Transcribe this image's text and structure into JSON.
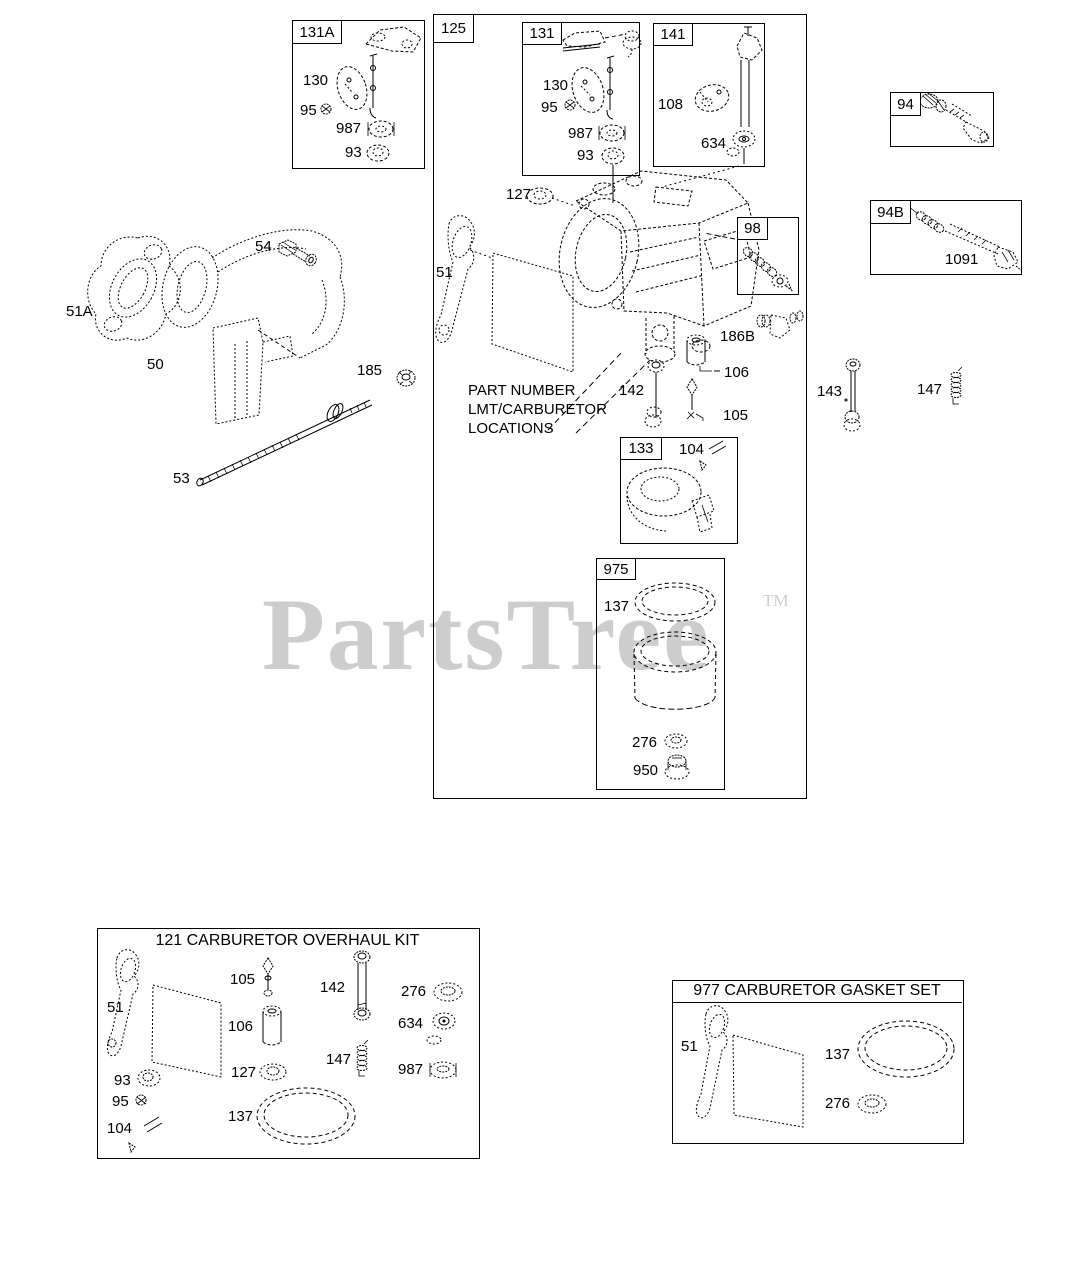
{
  "watermark": {
    "text": "PartsTree",
    "tm": "TM",
    "color": "#cdcdcd"
  },
  "note": {
    "line1": "PART NUMBER",
    "line2": "LMT/CARBURETOR",
    "line3": "LOCATIONS"
  },
  "boxes": {
    "b131A": {
      "tag": "131A"
    },
    "b125": {
      "tag": "125"
    },
    "b131": {
      "tag": "131"
    },
    "b141": {
      "tag": "141"
    },
    "b94": {
      "tag": "94"
    },
    "b94B": {
      "tag": "94B"
    },
    "b98": {
      "tag": "98"
    },
    "b133": {
      "tag": "133"
    },
    "b975": {
      "tag": "975"
    },
    "kit121": {
      "title": "121 CARBURETOR OVERHAUL KIT"
    },
    "set977": {
      "title": "977 CARBURETOR GASKET SET"
    }
  },
  "labels": {
    "g131A": {
      "p130": "130",
      "p95": "95",
      "p987": "987",
      "p93": "93"
    },
    "g131": {
      "p130": "130",
      "p95": "95",
      "p987": "987",
      "p93": "93"
    },
    "g141": {
      "p108": "108",
      "p634": "634"
    },
    "g94B": {
      "p1091": "1091"
    },
    "g125": {
      "p127": "127",
      "p51": "51",
      "p142": "142",
      "p106": "106",
      "p105": "105",
      "p186B": "186B"
    },
    "g133": {
      "p104": "104"
    },
    "g975": {
      "p137": "137",
      "p276": "276",
      "p950": "950"
    },
    "right": {
      "p143": "143",
      "p147": "147"
    },
    "left": {
      "p51A": "51A",
      "p50": "50",
      "p54": "54",
      "p185": "185",
      "p53": "53"
    },
    "kit121": {
      "p51": "51",
      "p105": "105",
      "p106": "106",
      "p127": "127",
      "p137": "137",
      "p142": "142",
      "p147": "147",
      "p276": "276",
      "p634": "634",
      "p987": "987",
      "p93": "93",
      "p95": "95",
      "p104": "104"
    },
    "set977": {
      "p51": "51",
      "p137": "137",
      "p276": "276"
    }
  }
}
